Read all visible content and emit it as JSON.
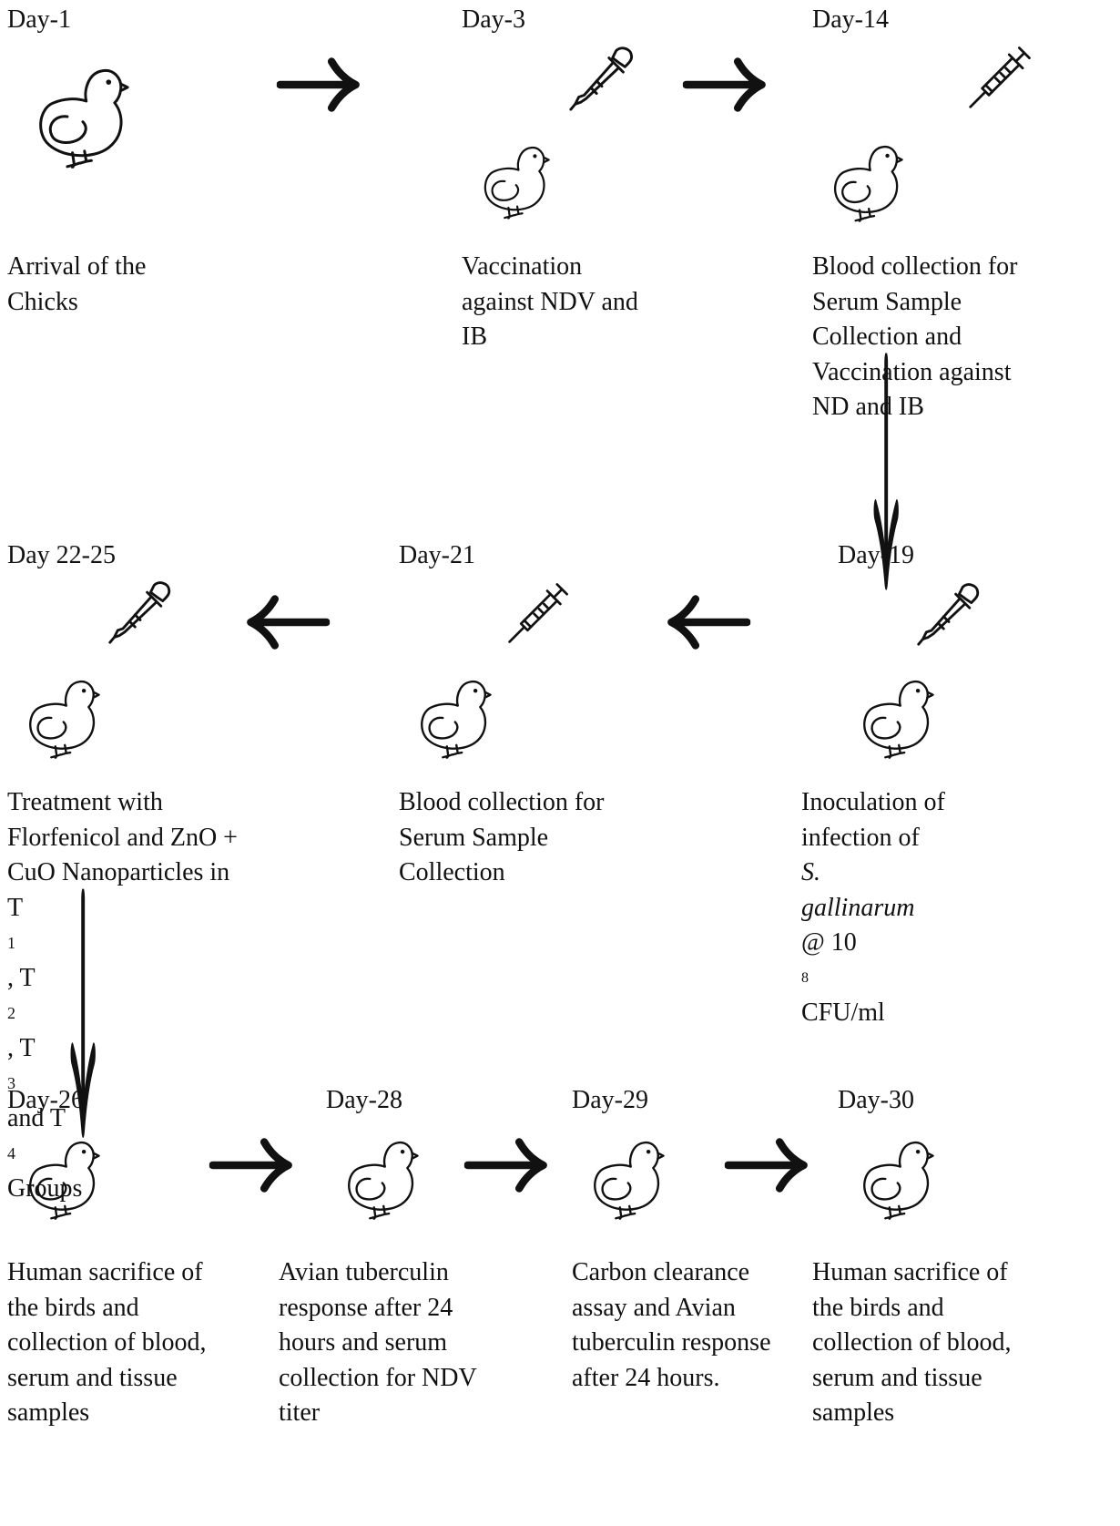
{
  "stages": [
    {
      "day": "Day-1",
      "lines": [
        "Arrival of the",
        "Chicks"
      ]
    },
    {
      "day": "Day-3",
      "lines": [
        "Vaccination",
        "against NDV and",
        "IB"
      ]
    },
    {
      "day": "Day-14",
      "lines": [
        "Blood collection for",
        "Serum Sample",
        "Collection and",
        "Vaccination against",
        "ND and IB"
      ]
    },
    {
      "day": "Day-19",
      "lines": [
        "Inoculation of",
        "infection of",
        "S.",
        "gallinarum",
        "@ 10",
        "8",
        "CFU/ml"
      ]
    },
    {
      "day": "Day-21",
      "lines": [
        "Blood collection for",
        "Serum Sample",
        "Collection"
      ]
    },
    {
      "day": "Day 22-25",
      "lines": [
        "Treatment with",
        "Florfenicol and ZnO +",
        "CuO Nanoparticles in",
        "T",
        "1",
        ", T",
        "2",
        ", T",
        "3",
        " and T",
        "4",
        "Groups"
      ]
    },
    {
      "day": "Day-26",
      "lines": [
        "Human sacrifice of",
        "the birds and",
        "collection of blood,",
        "serum and tissue",
        "samples"
      ]
    },
    {
      "day": "Day-28",
      "lines": [
        "Avian tuberculin",
        "response after 24",
        "hours and serum",
        "collection for NDV",
        "titer"
      ]
    },
    {
      "day": "Day-29",
      "lines": [
        "Carbon clearance",
        "assay and Avian",
        "tuberculin response",
        "after 24 hours."
      ]
    },
    {
      "day": "Day-30",
      "lines": [
        "Human sacrifice of",
        "the birds and",
        "collection of blood,",
        "serum and tissue",
        "samples"
      ]
    }
  ],
  "icons": {
    "chick": "chick-icon",
    "dropper": "dropper-icon",
    "syringe": "syringe-icon",
    "arrow": "arrow-icon"
  },
  "colors": {
    "ink": "#111111",
    "background": "#ffffff"
  }
}
